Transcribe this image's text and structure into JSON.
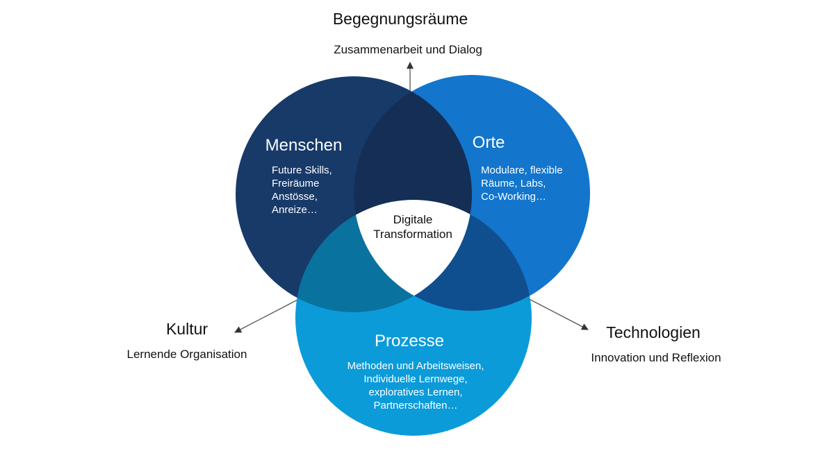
{
  "top": {
    "title": "Begegnungsräume",
    "subtitle": "Zusammenarbeit und Dialog"
  },
  "left": {
    "title": "Kultur",
    "subtitle": "Lernende Organisation"
  },
  "right": {
    "title": "Technologien",
    "subtitle": "Innovation und Reflexion"
  },
  "circles": {
    "menschen": {
      "title": "Menschen",
      "lines": [
        "Future Skills,",
        "Freiräume",
        "Anstösse,",
        "Anreize…"
      ]
    },
    "orte": {
      "title": "Orte",
      "lines": [
        "Modulare, flexible",
        "Räume, Labs,",
        "Co-Working…"
      ]
    },
    "prozesse": {
      "title": "Prozesse",
      "lines": [
        "Methoden und Arbeitsweisen,",
        "Individuelle Lernwege,",
        "exploratives Lernen,",
        "Partnerschaften…"
      ]
    }
  },
  "center": {
    "lines": [
      "Digitale",
      "Transformation"
    ]
  },
  "colors": {
    "menschen": "#173a69",
    "orte": "#1375cc",
    "prozesse": "#0b9bd9",
    "menschen_orte": "#142e55",
    "menschen_prozesse": "#0a729f",
    "orte_prozesse": "#104f8f",
    "center": "#ffffff",
    "arrow": "#555555"
  }
}
